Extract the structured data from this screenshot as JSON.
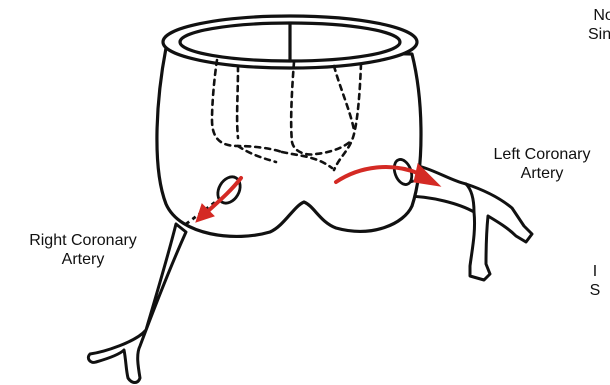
{
  "labels": {
    "right_coronary": {
      "line1": "Right Coronary",
      "line2": "Artery"
    },
    "left_coronary": {
      "line1": "Left Coronary",
      "line2": "Artery"
    },
    "non_coronary_cut": {
      "line1": "Non",
      "line2": "Sinus"
    },
    "cut_off_right": {
      "line1": "I",
      "line2": "S"
    }
  },
  "colors": {
    "ink": "#111111",
    "flow_arrow": "#d42a24",
    "background": "#ffffff"
  }
}
